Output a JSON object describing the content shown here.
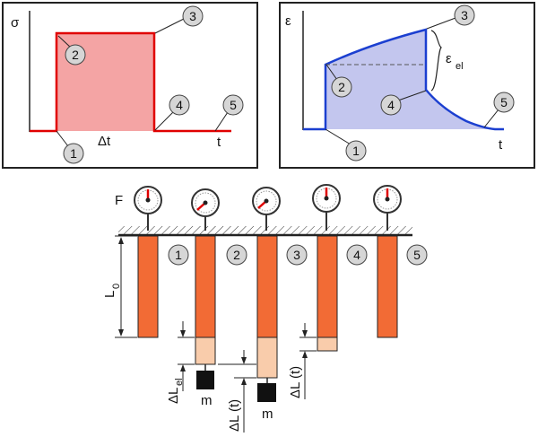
{
  "stress_panel": {
    "y_axis_symbol": "σ",
    "x_axis_symbol": "t",
    "interval_label": "Δt",
    "markers": [
      "1",
      "2",
      "3",
      "4",
      "5"
    ],
    "curve_color": "#e00000",
    "fill_color": "#f4a4a4"
  },
  "strain_panel": {
    "y_axis_symbol": "ε",
    "x_axis_symbol": "t",
    "elastic_label": "ε",
    "elastic_subscript": "el",
    "markers": [
      "1",
      "2",
      "3",
      "4",
      "5"
    ],
    "curve_color": "#1b3fd0",
    "fill_color": "#c3c6ee"
  },
  "specimen_diagram": {
    "force_label": "F",
    "length_label": "L",
    "length_subscript": "0",
    "bar_color": "#f26b35",
    "extension_color": "#f9ccab",
    "markers": [
      "1",
      "2",
      "3",
      "4",
      "5"
    ],
    "mass_labels": [
      "m",
      "m"
    ],
    "elastic_extension_label": "ΔL",
    "elastic_extension_subscript": "el",
    "creep_extension_label_bar2": "ΔL (t)",
    "creep_extension_label_bar4": "ΔL (t)"
  }
}
